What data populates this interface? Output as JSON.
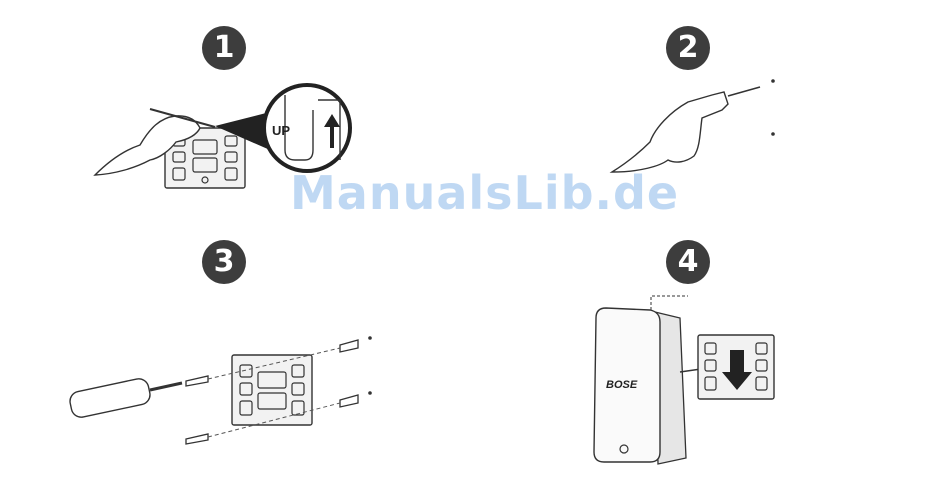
{
  "steps": [
    {
      "number": "1"
    },
    {
      "number": "2"
    },
    {
      "number": "3"
    },
    {
      "number": "4"
    }
  ],
  "callout": {
    "up_label": "UP"
  },
  "speaker": {
    "brand": "BOSE"
  },
  "watermark": "ManualsLib.de"
}
